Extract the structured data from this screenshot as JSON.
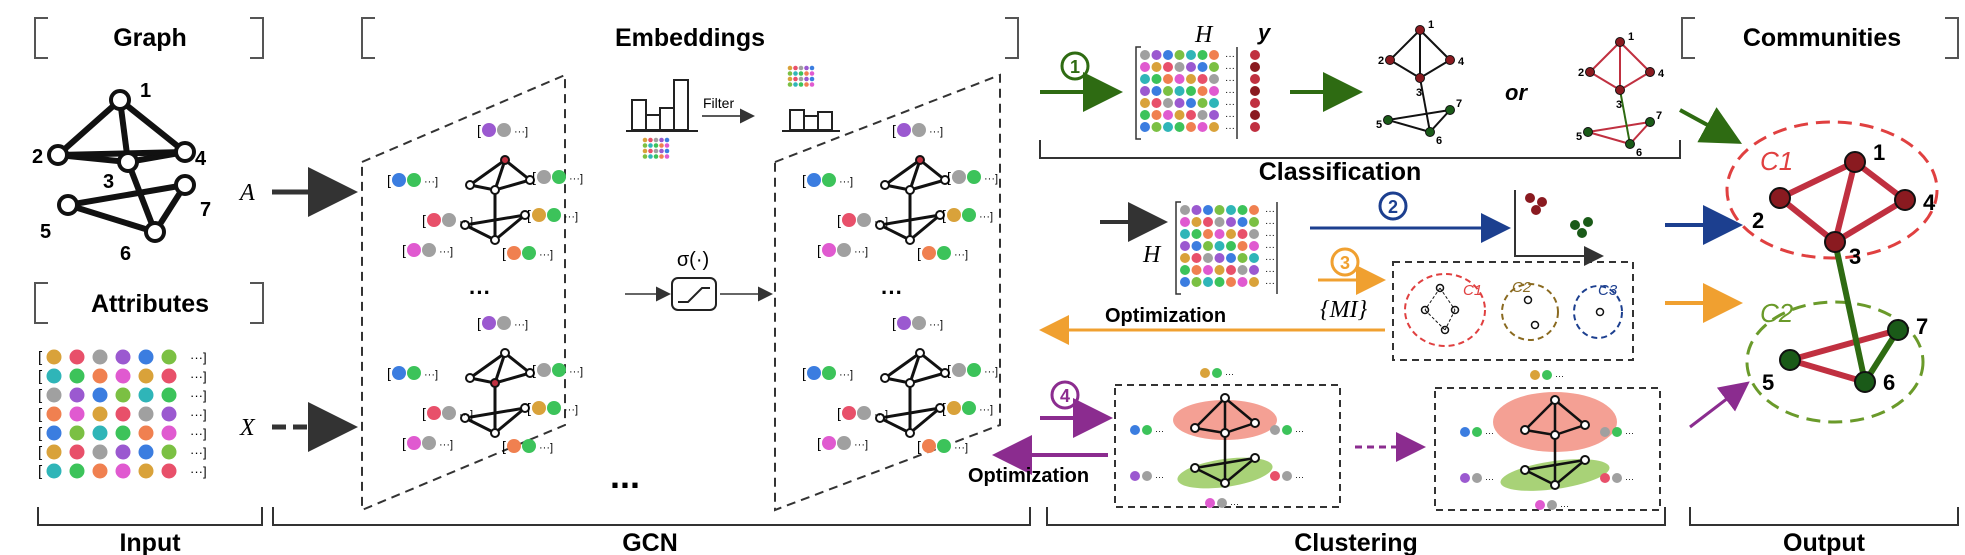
{
  "headers": {
    "graph": "Graph",
    "embeddings": "Embeddings",
    "communities": "Communities",
    "attributes": "Attributes"
  },
  "sections": {
    "input": "Input",
    "gcn": "GCN",
    "clustering": "Clustering",
    "output": "Output",
    "classification": "Classification"
  },
  "symbols": {
    "A": "A",
    "X": "X",
    "H": "H",
    "y": "y",
    "sigma": "σ(·)",
    "filter": "Filter",
    "or": "or",
    "mi": "{MI}",
    "optimization": "Optimization",
    "ellipsis": "···",
    "big_ellipsis": "..."
  },
  "steps": [
    "1",
    "2",
    "3",
    "4"
  ],
  "graph_nodes": [
    "1",
    "2",
    "3",
    "4",
    "5",
    "6",
    "7"
  ],
  "communities": [
    "C1",
    "C2",
    "C3"
  ],
  "colors": {
    "step1": "#2e6b12",
    "step2": "#1c3f8f",
    "step3": "#f0a030",
    "step4": "#8b2c8f",
    "community_red": "#c03040",
    "community_green": "#2e6b12",
    "dashed_red": "#e04040",
    "dashed_green": "#6a9a2a"
  }
}
